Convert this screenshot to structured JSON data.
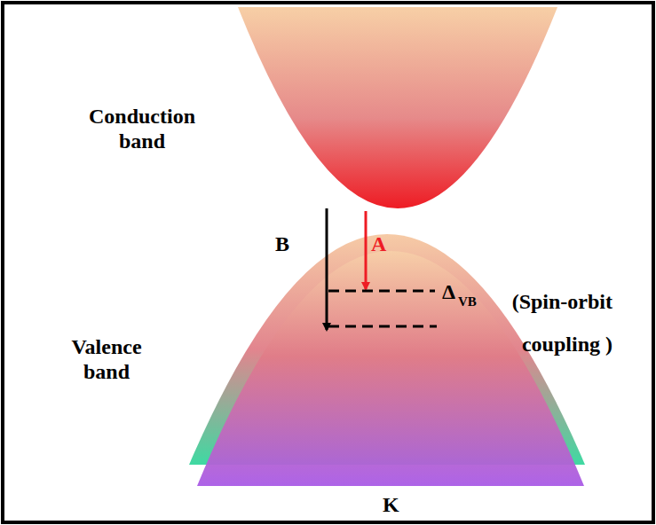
{
  "diagram": {
    "labels": [
      "Conduction band",
      "B",
      "A",
      "Δ",
      "VB",
      "(Spin-orbit coupling )",
      "Valence band",
      "K"
    ]
  }
}
